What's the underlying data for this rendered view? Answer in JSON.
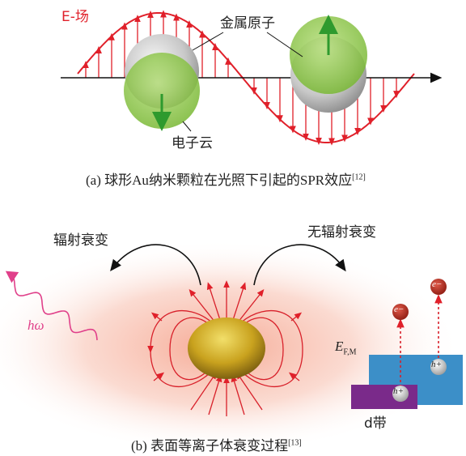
{
  "panel_a": {
    "field_label": "E-场",
    "atom_label": "金属原子",
    "cloud_label": "电子云",
    "caption": "(a) 球形Au纳米颗粒在光照下引起的SPR效应",
    "caption_ref": "[12]"
  },
  "panel_b": {
    "radiative_label": "辐射衰变",
    "nonradiative_label": "无辐射衰变",
    "photon_label": "hω",
    "fermi_label": "E",
    "fermi_sub": "F,M",
    "electron_label": "e−",
    "hole_label": "h+",
    "dband_label": "d带",
    "caption": "(b) 表面等离子体衰变过程",
    "caption_ref": "[13]"
  },
  "colors": {
    "field": "#e0202a",
    "cloud": "#8cc63f",
    "band": "#3c8fc8",
    "dband": "#7a2a8a",
    "glow": "#f4a28c",
    "particle": "#c9a520"
  }
}
